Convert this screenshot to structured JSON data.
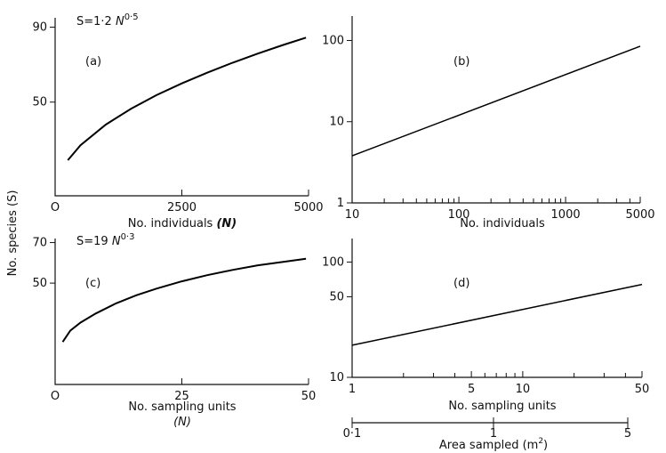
{
  "ylabel": "No. species (S)",
  "chart_data": [
    {
      "panel": "(a)",
      "type": "line",
      "equation": "S=1·2 ",
      "equation_var": "N",
      "equation_exp": "0·5",
      "xlabel": "No. individuals ",
      "xlabel_var": "(N)",
      "xlim": [
        0,
        5000
      ],
      "ylim": [
        0,
        95
      ],
      "xticks": [
        {
          "v": 0,
          "label": "O"
        },
        {
          "v": 2500,
          "label": "2500"
        },
        {
          "v": 5000,
          "label": "5000"
        }
      ],
      "yticks": [
        {
          "v": 50,
          "label": "50"
        },
        {
          "v": 90,
          "label": "90"
        }
      ],
      "x": [
        250,
        500,
        1000,
        1500,
        2000,
        2500,
        3000,
        3500,
        4000,
        4500,
        4950
      ],
      "y": [
        19,
        27,
        38,
        46.5,
        53.7,
        60,
        65.7,
        71,
        75.9,
        80.5,
        84.4
      ]
    },
    {
      "panel": "(b)",
      "type": "line",
      "xscale": "log",
      "yscale": "log",
      "xlabel": "No. individuals",
      "xlim": [
        10,
        5000
      ],
      "ylim": [
        1,
        200
      ],
      "xticks": [
        {
          "v": 10,
          "label": "10"
        },
        {
          "v": 100,
          "label": "100"
        },
        {
          "v": 1000,
          "label": "1000"
        },
        {
          "v": 5000,
          "label": "5000"
        }
      ],
      "yticks": [
        {
          "v": 1,
          "label": "1"
        },
        {
          "v": 10,
          "label": "10"
        },
        {
          "v": 100,
          "label": "100"
        }
      ],
      "x": [
        10,
        5000
      ],
      "y": [
        3.8,
        85
      ]
    },
    {
      "panel": "(c)",
      "type": "line",
      "equation": "S=19 ",
      "equation_var": "N",
      "equation_exp": "0·3",
      "xlabel": "No. sampling units",
      "xlabel_line2": "(N)",
      "xlim": [
        0,
        50
      ],
      "ylim": [
        0,
        72
      ],
      "xticks": [
        {
          "v": 0,
          "label": "O"
        },
        {
          "v": 25,
          "label": "25"
        },
        {
          "v": 50,
          "label": "50"
        }
      ],
      "yticks": [
        {
          "v": 50,
          "label": "50"
        },
        {
          "v": 70,
          "label": "70"
        }
      ],
      "x": [
        1.5,
        3,
        5,
        8,
        12,
        16,
        20,
        25,
        30,
        35,
        40,
        45,
        49.5
      ],
      "y": [
        21,
        26.6,
        30.5,
        35,
        40,
        44,
        47.3,
        50.9,
        53.9,
        56.5,
        58.8,
        60.5,
        62
      ]
    },
    {
      "panel": "(d)",
      "type": "line",
      "xscale": "log",
      "yscale": "log",
      "xlabel": "No. sampling units",
      "xlim": [
        1,
        50
      ],
      "ylim": [
        10,
        160
      ],
      "xticks": [
        {
          "v": 1,
          "label": "1"
        },
        {
          "v": 5,
          "label": "5"
        },
        {
          "v": 10,
          "label": "10"
        },
        {
          "v": 50,
          "label": "50"
        }
      ],
      "yticks": [
        {
          "v": 10,
          "label": "10"
        },
        {
          "v": 50,
          "label": "50"
        },
        {
          "v": 100,
          "label": "100"
        }
      ],
      "x": [
        1,
        50
      ],
      "y": [
        19,
        64
      ],
      "area_axis": {
        "label": "Area sampled (m",
        "label_sup": "2",
        "label_end": ")",
        "ticks": [
          {
            "label": "0·1"
          },
          {
            "label": "1"
          },
          {
            "label": "5"
          }
        ]
      }
    }
  ]
}
